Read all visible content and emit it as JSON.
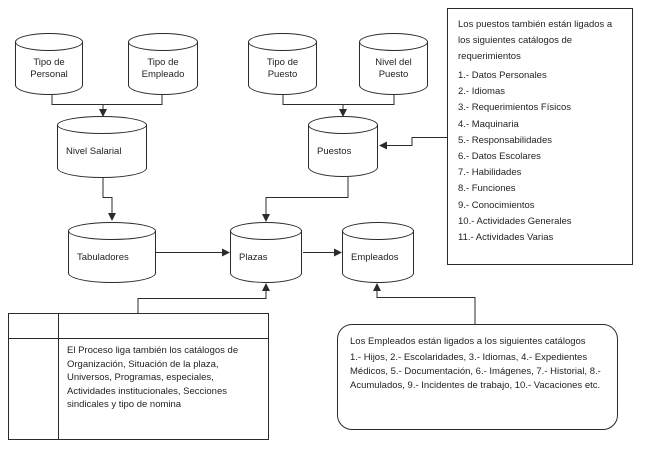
{
  "diagram": {
    "colors": {
      "line": "#2b2b2b",
      "background": "#ffffff"
    },
    "cylinders": {
      "tipo_personal": "Tipo de\nPersonal",
      "tipo_empleado": "Tipo de\nEmpleado",
      "tipo_puesto": "Tipo de\nPuesto",
      "nivel_puesto": "Nivel del\nPuesto",
      "nivel_salarial": "Nivel Salarial",
      "puestos": "Puestos",
      "tabuladores": "Tabuladores",
      "plazas": "Plazas",
      "empleados": "Empleados"
    },
    "req_box": {
      "title": "Los puestos también están ligados a los siguientes catálogos de requerimientos",
      "items": [
        "1.- Datos Personales",
        "2.- Idiomas",
        "3.- Requerimientos Físicos",
        "4.- Maquinaria",
        "5.- Responsabilidades",
        "6.- Datos Escolares",
        "7.- Habilidades",
        "8.- Funciones",
        "9.- Conocimientos",
        "10.- Actividades Generales",
        "11.- Actividades Varias"
      ]
    },
    "process_table": {
      "note": "El Proceso liga también los catálogos de Organización, Situación de la plaza, Universos, Programas, especiales, Actividades institucionales, Secciones sindicales y tipo de nomina"
    },
    "emp_box": {
      "intro": "Los Empleados están ligados a los siguientes catálogos",
      "items": "1.- Hijos, 2.- Escolaridades, 3.- Idiomas, 4.- Expedientes Médicos, 5.- Documentación, 6.- Imágenes, 7.- Historial, 8.- Acumulados, 9.- Incidentes de trabajo, 10.- Vacaciones etc."
    }
  }
}
